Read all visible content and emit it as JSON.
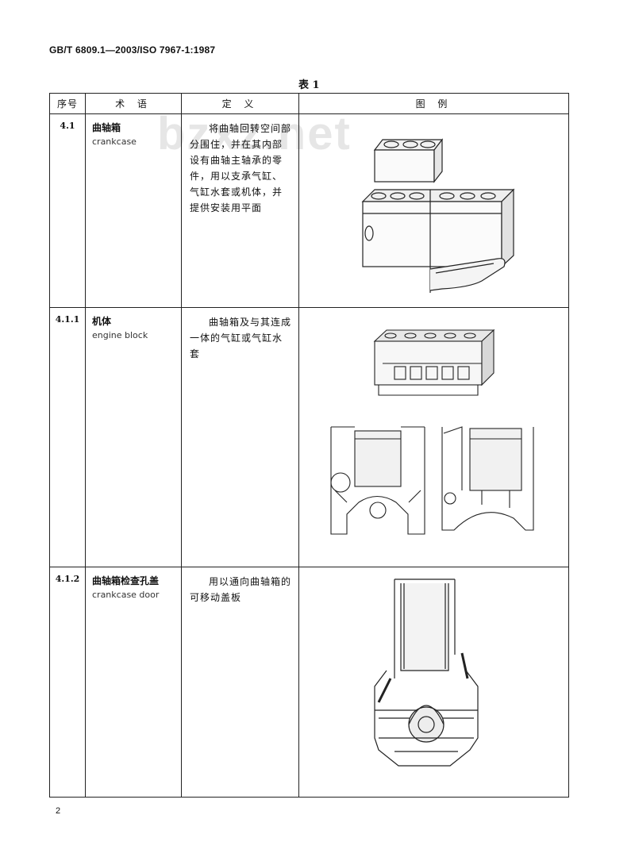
{
  "header": {
    "standard_code": "GB/T 6809.1—2003/ISO 7967-1:1987"
  },
  "watermark": "bzxz.net",
  "table": {
    "caption": "表 1",
    "columns": [
      "序号",
      "术 语",
      "定 义",
      "图 例"
    ],
    "rows": [
      {
        "num": "4.1",
        "term_zh": "曲轴箱",
        "term_en": "crankcase",
        "definition": "将曲轴回转空间部分围住，并在其内部设有曲轴主轴承的零件，用以支承气缸、气缸水套或机体，并提供安装用平面",
        "figure": "crankcase-drawing"
      },
      {
        "num": "4.1.1",
        "term_zh": "机体",
        "term_en": "engine block",
        "definition": "曲轴箱及与其连成一体的气缸或气缸水套",
        "figure": "engine-block-drawing"
      },
      {
        "num": "4.1.2",
        "term_zh": "曲轴箱检查孔盖",
        "term_en": "crankcase door",
        "definition": "用以通向曲轴箱的可移动盖板",
        "figure": "crankcase-door-drawing"
      }
    ]
  },
  "footer": {
    "page_number": "2"
  }
}
